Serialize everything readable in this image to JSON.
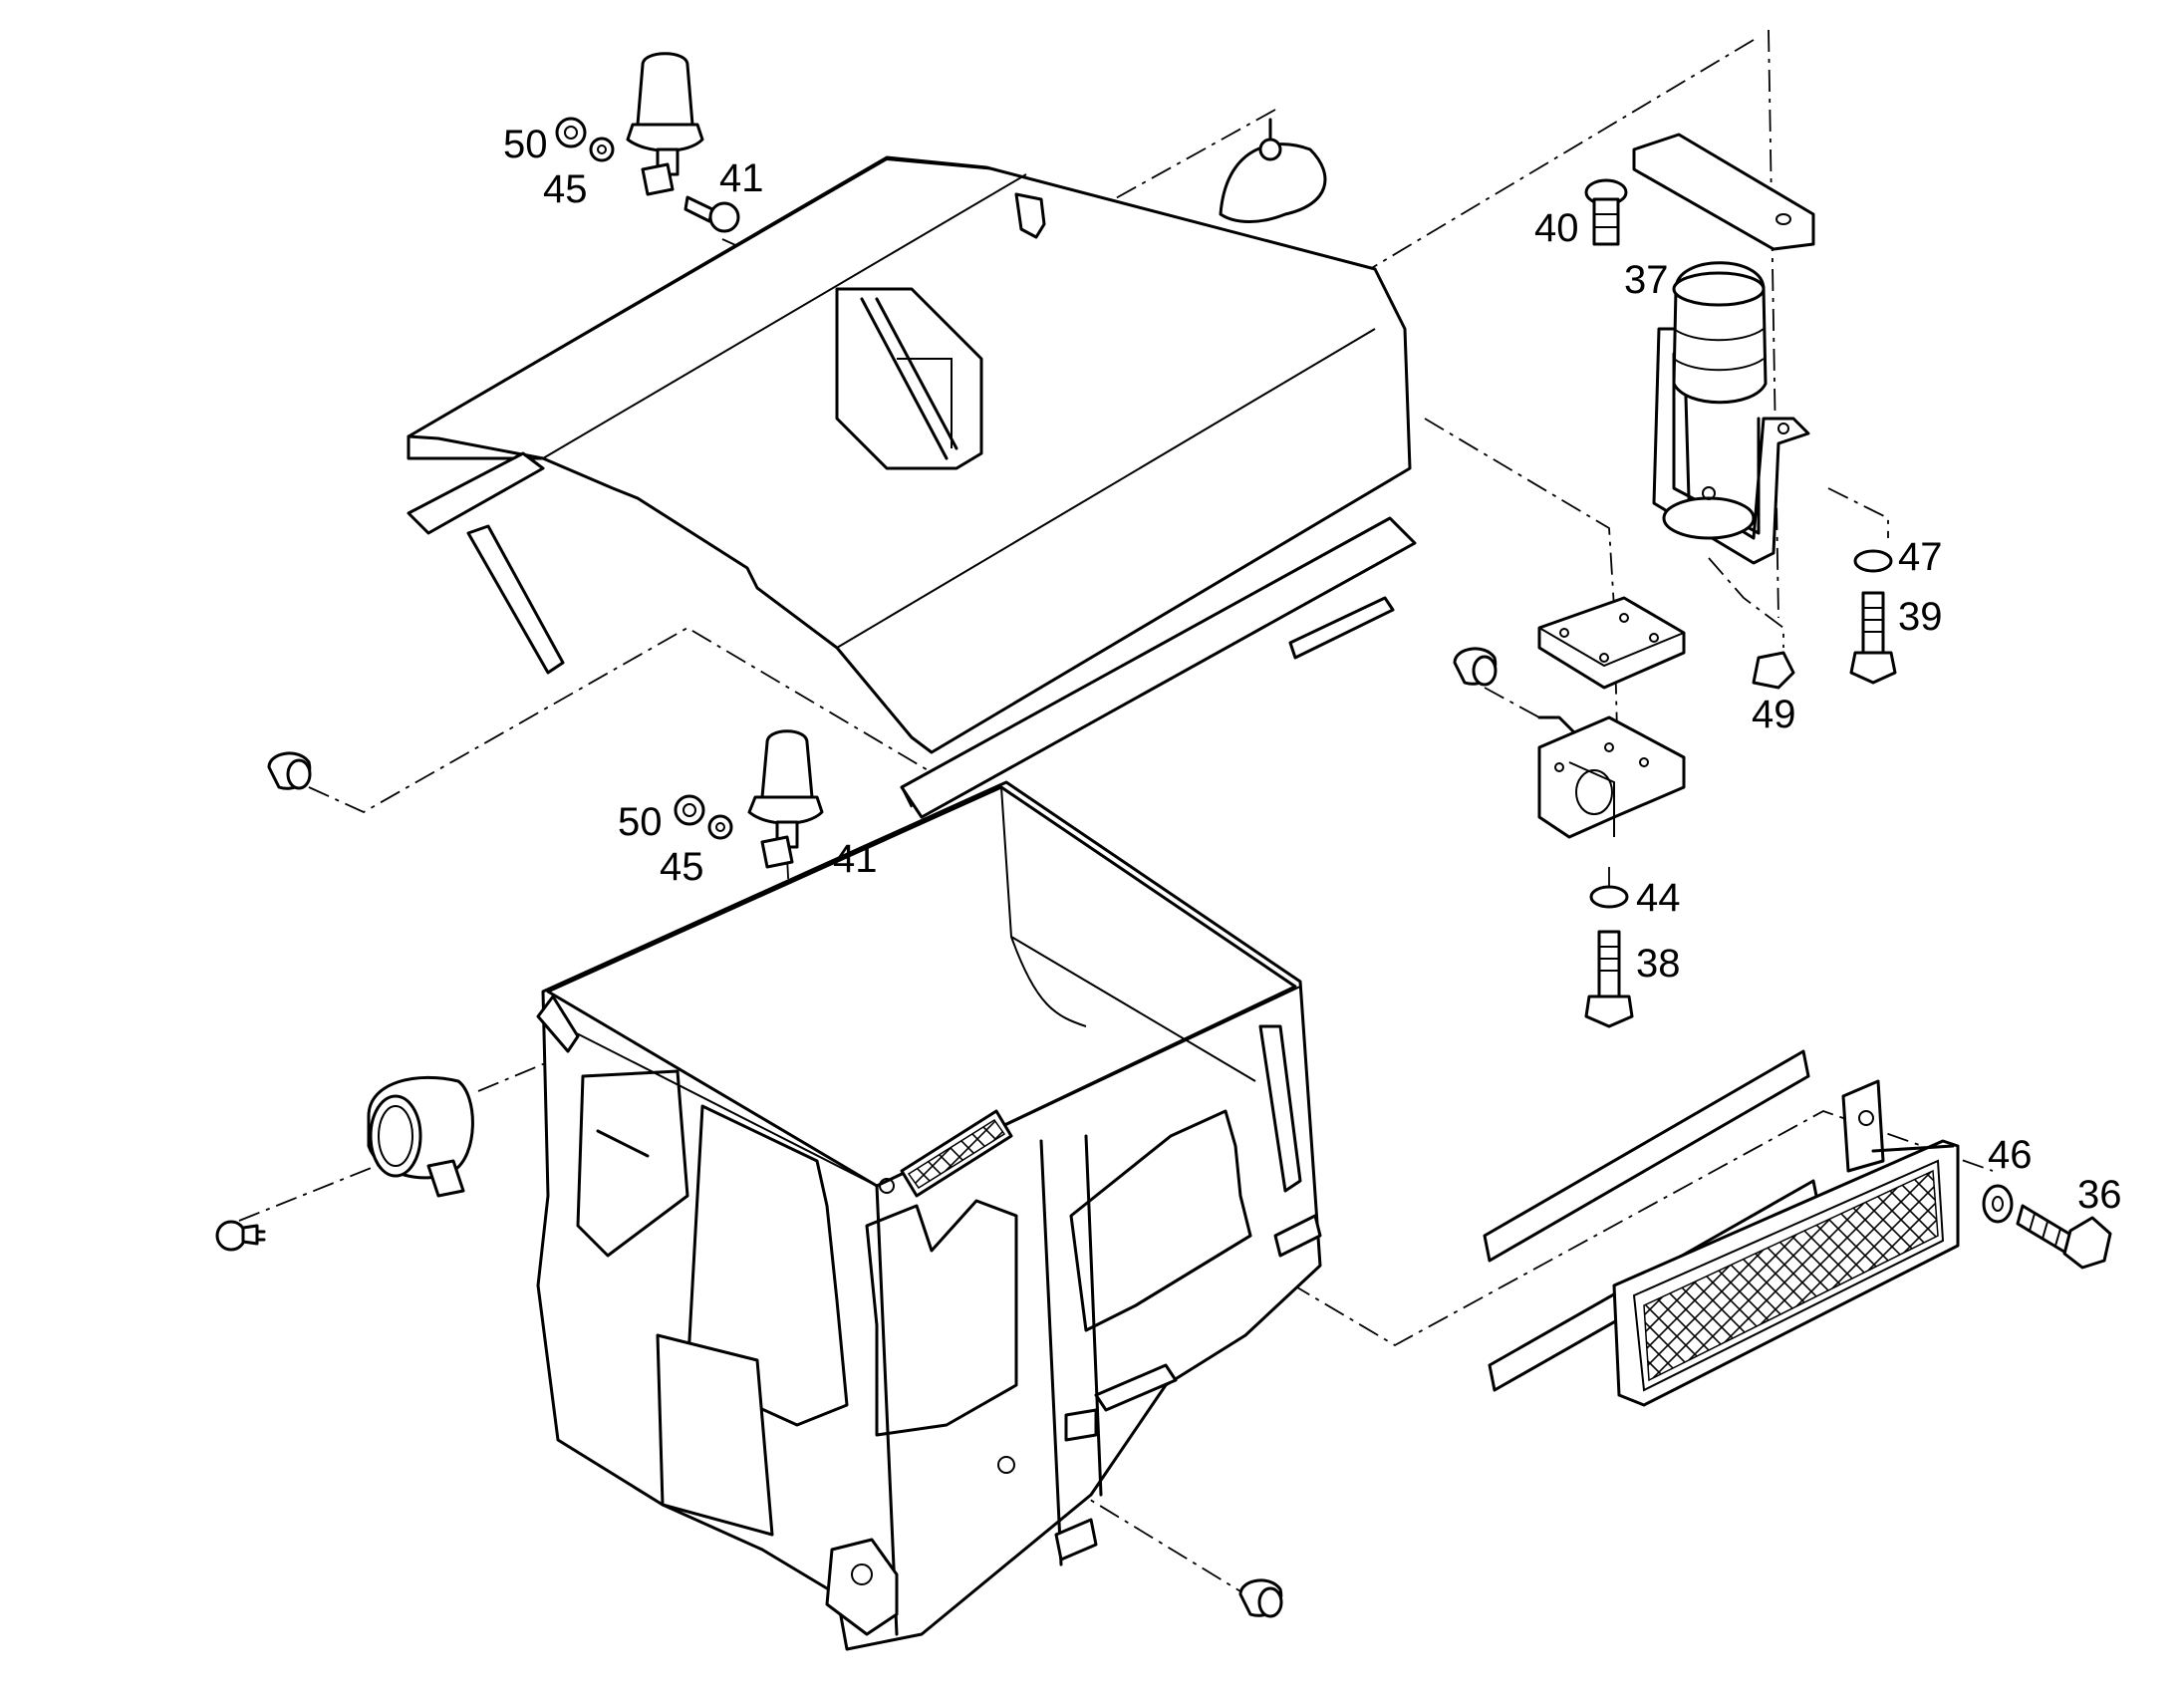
{
  "callouts": {
    "c50a": "50",
    "c45a": "45",
    "c41a": "41",
    "c40": "40",
    "c37": "37",
    "c47": "47",
    "c39": "39",
    "c49": "49",
    "c50b": "50",
    "c45b": "45",
    "c41b": "41",
    "c44": "44",
    "c38": "38",
    "c46": "46",
    "c36": "36"
  }
}
